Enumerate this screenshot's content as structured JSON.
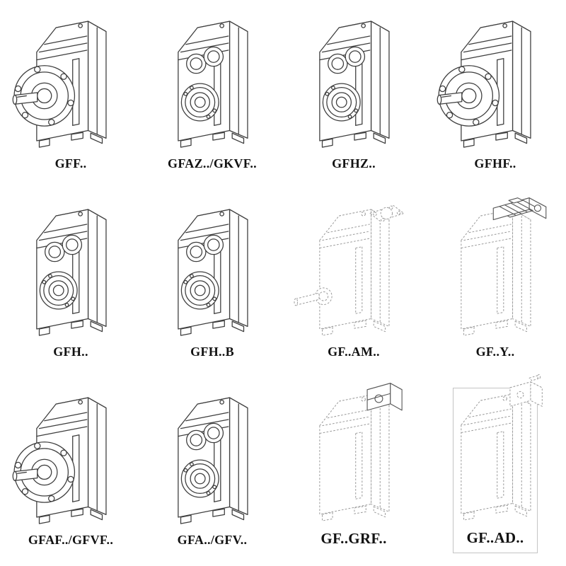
{
  "page": {
    "background": "#ffffff",
    "label_color": "#121212",
    "solid_line_color": "#3e3e3e",
    "dashed_line_color": "#9a9a9a"
  },
  "cells": [
    {
      "label": "GFF..",
      "symbol": "#sym-flange",
      "drawing": "helical-gearbox-output-flange-solid"
    },
    {
      "label": "GFAZ../GKVF..",
      "symbol": "#sym-hollow",
      "drawing": "helical-gearbox-hollow-shaft-solid"
    },
    {
      "label": "GFHZ..",
      "symbol": "#sym-hollow",
      "drawing": "helical-gearbox-hollow-shaft-solid"
    },
    {
      "label": "GFHF..",
      "symbol": "#sym-flange",
      "drawing": "helical-gearbox-output-flange-solid"
    },
    {
      "label": "GFH..",
      "symbol": "#sym-hollow",
      "drawing": "helical-gearbox-hollow-shaft-solid"
    },
    {
      "label": "GFH..B",
      "symbol": "#sym-hollow",
      "drawing": "helical-gearbox-hollow-shaft-foot-solid"
    },
    {
      "label": "GF..AM..",
      "symbol": "#sym-am",
      "drawing": "helical-gearbox-servo-adapter-flange-dashed"
    },
    {
      "label": "GF..Y..",
      "symbol": "#sym-motor",
      "drawing": "helical-gearbox-with-motor-dashed"
    },
    {
      "label": "GFAF../GFVF..",
      "symbol": "#sym-flange",
      "drawing": "helical-gearbox-output-flange-solid"
    },
    {
      "label": "GFA../GFV..",
      "symbol": "#sym-hollow",
      "drawing": "helical-gearbox-hollow-shaft-solid"
    },
    {
      "label": "GF..GRF..",
      "symbol": "#sym-grf",
      "drawing": "helical-gearbox-input-bell-dashed"
    },
    {
      "label": "GF..AD..",
      "symbol": "#sym-ad",
      "drawing": "helical-gearbox-input-shaft-adapter-dashed"
    }
  ]
}
